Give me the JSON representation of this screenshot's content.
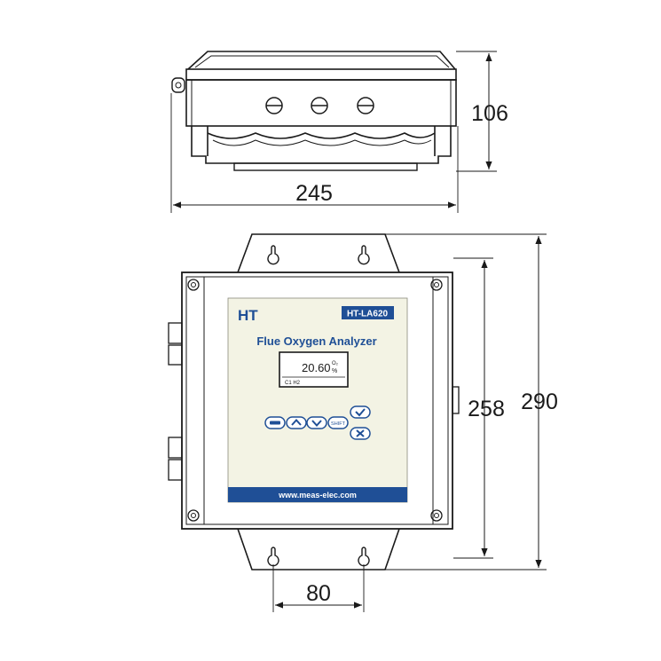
{
  "dimensions": {
    "top_height": "106",
    "top_width": "245",
    "front_inner_height": "258",
    "front_total_height": "290",
    "mount_spacing": "80"
  },
  "panel": {
    "brand": "HT",
    "model": "HT-LA620",
    "title": "Flue Oxygen Analyzer",
    "display_value": "20.60",
    "display_unit_top": "O₂",
    "display_unit": "%",
    "display_status": "C1  H2",
    "shift_label": "SHIFT",
    "website": "www.meas-elec.com"
  },
  "colors": {
    "panel_bg": "#f3f3e4",
    "brand_blue": "#1f4f96",
    "model_bg": "#1f4f96",
    "line": "#1a1a1a"
  }
}
